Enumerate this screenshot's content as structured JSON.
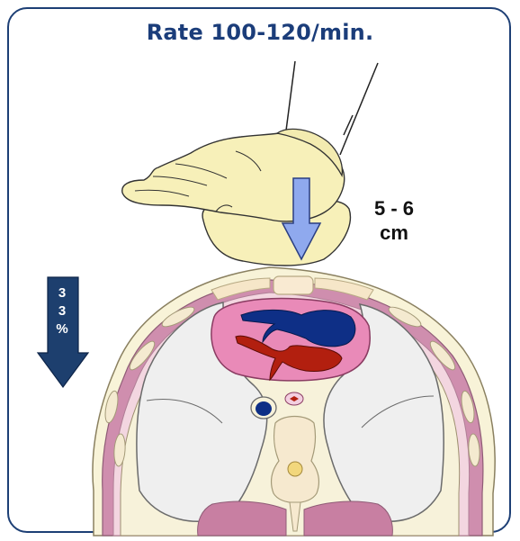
{
  "title": "Rate 100-120/min.",
  "depth": {
    "line1": "5 - 6",
    "line2": "cm"
  },
  "recoil": {
    "chars": [
      "3",
      "3",
      "%"
    ]
  },
  "colors": {
    "frame_border": "#1d3f75",
    "title_text": "#1b3d7a",
    "recoil_arrow": "#1d3f6e",
    "push_arrow": "#8fa9ee",
    "glove": "#f7f0b9",
    "skin_outline": "#f7f2d6",
    "muscle": "#c87fa2",
    "lung": "#eeeeee",
    "pericardium": "#e98ab8",
    "heart_right": "#0e2f86",
    "heart_left": "#b21f0f"
  },
  "icons": {
    "hands": "gloved-hands-icon",
    "push_arrow": "down-arrow-icon",
    "recoil_arrow": "down-arrow-icon"
  }
}
